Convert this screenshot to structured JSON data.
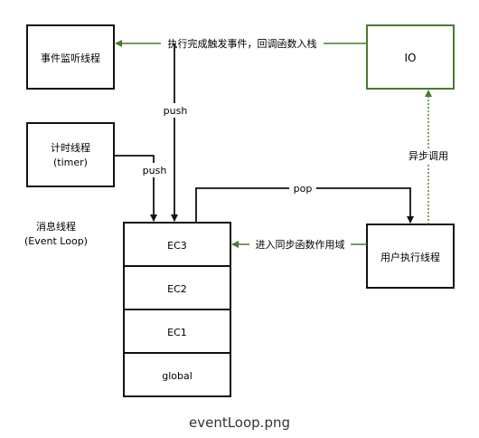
{
  "nodes": {
    "event_listener": "事件监听线程",
    "timer_thread": "计时线程",
    "timer_sub": "(timer)",
    "io": "IO",
    "user_thread": "用户执行线程",
    "stack": [
      "EC3",
      "EC2",
      "EC1",
      "global"
    ]
  },
  "labels": {
    "callback": "执行完成触发事件，回调函数入栈",
    "push_top": "push",
    "push_timer": "push",
    "pop": "pop",
    "async_call": "异步调用",
    "enter_scope": "进入同步函数作用域",
    "event_loop": "消息线程",
    "event_loop_sub": "(Event Loop)"
  },
  "caption": "eventLoop.png",
  "colors": {
    "dark_stroke": "#111111",
    "io_stroke": "#4a7a32",
    "arrow_green": "#4a7a32",
    "arrow_dark": "#111111"
  }
}
